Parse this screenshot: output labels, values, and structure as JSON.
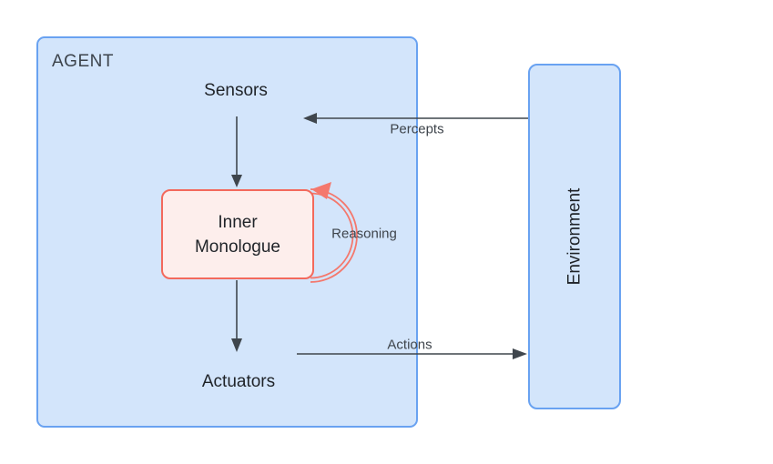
{
  "colors": {
    "blue_fill": "#d3e5fb",
    "blue_border": "#69a2f1",
    "red_fill": "#fdeeec",
    "red_border": "#f3695c",
    "loop_color": "#f4786d",
    "arrow_color": "#3f464d",
    "label_color": "#3e444b",
    "node_text": "#1f2328",
    "title_color": "#3c434b"
  },
  "agent": {
    "title": "AGENT",
    "sensors": "Sensors",
    "inner_monologue": {
      "line1": "Inner",
      "line2": "Monologue"
    },
    "actuators": "Actuators"
  },
  "environment": {
    "label": "Environment"
  },
  "edges": {
    "percepts": "Percepts",
    "actions": "Actions",
    "reasoning": "Reasoning"
  }
}
